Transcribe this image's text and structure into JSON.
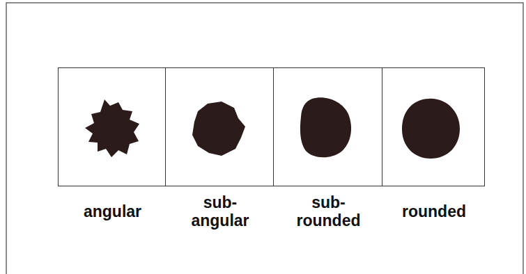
{
  "diagram": {
    "nodes": [
      {
        "text": [
          "angular"
        ]
      },
      {
        "text": [
          "sub- angular"
        ]
      },
      {
        "text": [
          "sub- rounded"
        ]
      },
      {
        "text": [
          "rounded"
        ]
      }
    ]
  }
}
